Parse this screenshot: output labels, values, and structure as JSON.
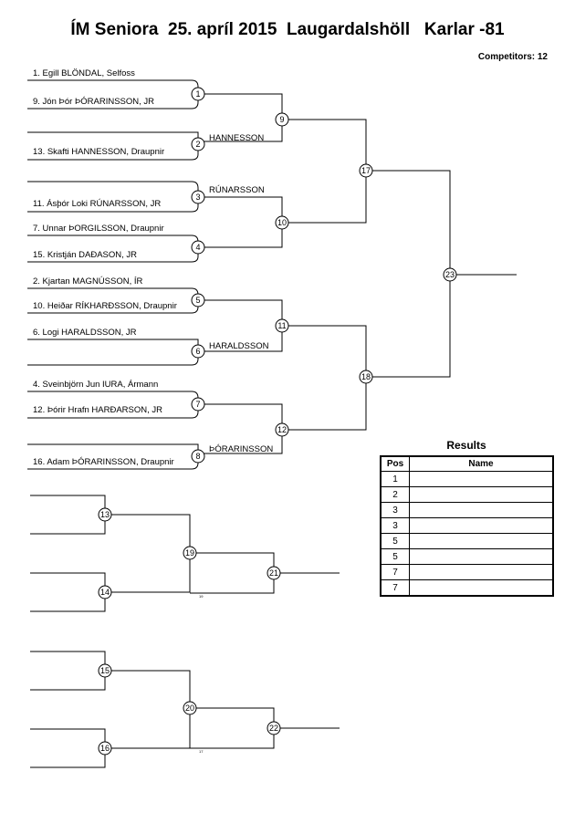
{
  "title": "ÍM Seniora  25. apríl 2015  Laugardalshöll   Karlar -81",
  "competitors_label": "Competitors: 12",
  "entrants": [
    "1. Egill BLÖNDAL, Selfoss",
    "9. Jón Þór ÞÓRARINSSON, JR",
    "13. Skafti HANNESSON, Draupnir",
    "11. Ásþór Loki RÚNARSSON, JR",
    "7. Unnar ÞORGILSSON, Draupnir",
    "15. Kristján DAÐASON, JR",
    "2. Kjartan  MAGNÚSSON, ÍR",
    "10. Heiðar RÍKHARÐSSON, Draupnir",
    "6. Logi HARALDSSON, JR",
    "4. Sveinbjörn Jun IURA, Ármann",
    "12. Þórir Hrafn HARÐARSON, JR",
    "16. Adam ÞÓRARINSSON, Draupnir"
  ],
  "winner_labels": {
    "m2": "HANNESSON",
    "m3": "RÚNARSSON",
    "m6": "HARALDSSON",
    "m8": "ÞÓRARINSSON"
  },
  "match_numbers": {
    "m1": "1",
    "m2": "2",
    "m3": "3",
    "m4": "4",
    "m5": "5",
    "m6": "6",
    "m7": "7",
    "m8": "8",
    "m9": "9",
    "m10": "10",
    "m11": "11",
    "m12": "12",
    "m17": "17",
    "m18": "18",
    "m23": "23",
    "m13": "13",
    "m14": "14",
    "m19": "19",
    "m21": "21",
    "m15": "15",
    "m16": "16",
    "m20": "20",
    "m22": "22"
  },
  "tiny_labels": {
    "r19": "19",
    "r20": "17"
  },
  "results": {
    "title": "Results",
    "headers": [
      "Pos",
      "Name"
    ],
    "rows": [
      {
        "pos": "1",
        "name": ""
      },
      {
        "pos": "2",
        "name": ""
      },
      {
        "pos": "3",
        "name": ""
      },
      {
        "pos": "3",
        "name": ""
      },
      {
        "pos": "5",
        "name": ""
      },
      {
        "pos": "5",
        "name": ""
      },
      {
        "pos": "7",
        "name": ""
      },
      {
        "pos": "7",
        "name": ""
      }
    ]
  }
}
